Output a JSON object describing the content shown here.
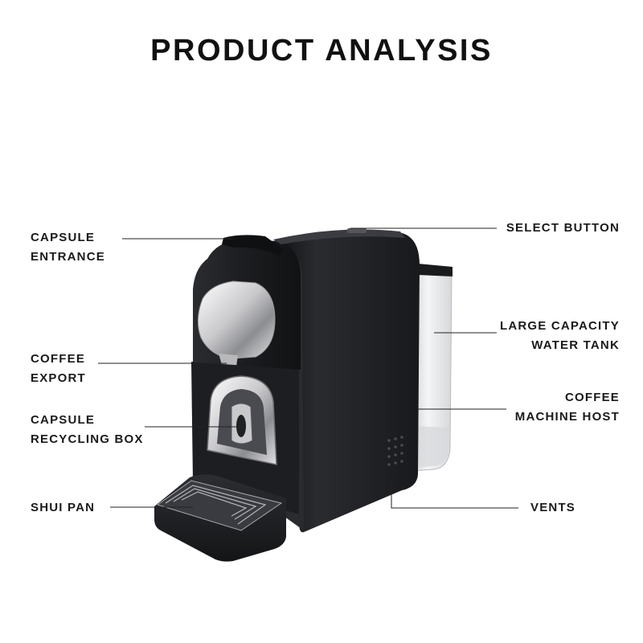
{
  "title": "PRODUCT ANALYSIS",
  "labels": {
    "capsule_entrance": [
      "CAPSULE",
      "ENTRANCE"
    ],
    "coffee_export": [
      "COFFEE",
      "EXPORT"
    ],
    "capsule_recycling_box": [
      "CAPSULE",
      "RECYCLING BOX"
    ],
    "shui_pan": [
      "SHUI PAN"
    ],
    "select_button": [
      "SELECT BUTTON"
    ],
    "water_tank": [
      "LARGE CAPACITY",
      "WATER TANK"
    ],
    "machine_host": [
      "COFFEE",
      "MACHINE HOST"
    ],
    "vents": [
      "VENTS"
    ]
  },
  "colors": {
    "body": "#1c1d20",
    "body_highlight": "#3a3b40",
    "chrome": "#d8d8da",
    "tank": "#e9eaec",
    "leader_line": "#222222"
  }
}
